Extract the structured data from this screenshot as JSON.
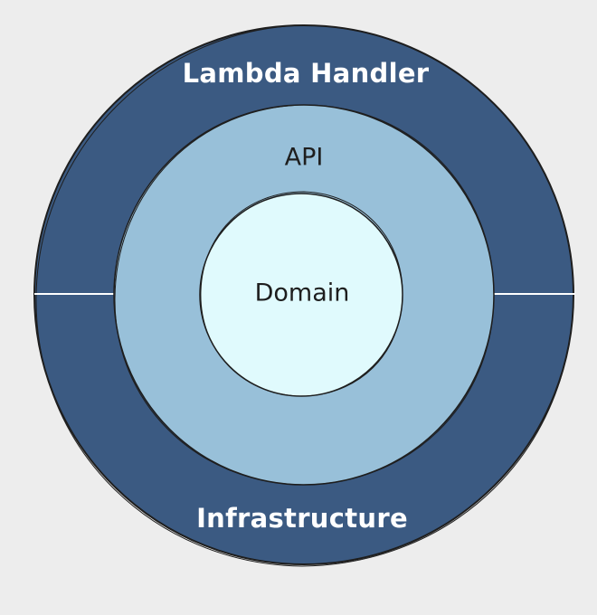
{
  "diagram": {
    "layers": {
      "outer_top": {
        "label": "Lambda Handler"
      },
      "outer_bottom": {
        "label": "Infrastructure"
      },
      "middle": {
        "label": "API"
      },
      "inner": {
        "label": "Domain"
      }
    },
    "colors": {
      "background": "#ededed",
      "outer_ring": "#3b5a82",
      "middle_ring": "#98c0d9",
      "core": "#e0fafd",
      "stroke": "#1e1e1e",
      "divider": "#ffffff",
      "outer_text": "#ffffff",
      "inner_text": "#1e1e1e"
    }
  }
}
